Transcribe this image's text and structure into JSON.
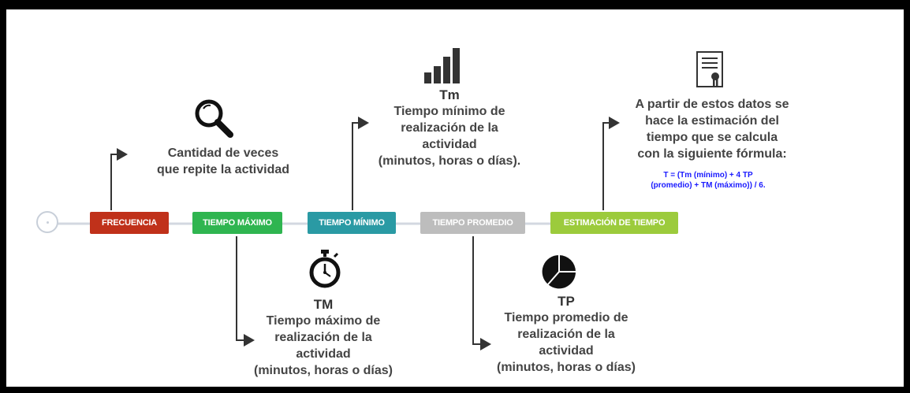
{
  "timeline": {
    "steps": [
      {
        "label": "FRECUENCIA",
        "color": "#c0311a"
      },
      {
        "label": "TIEMPO MÁXIMO",
        "color": "#2fb550"
      },
      {
        "label": "TIEMPO MÍNIMO",
        "color": "#2a9aa4"
      },
      {
        "label": "TIEMPO PROMEDIO",
        "color": "#bdbdbd"
      },
      {
        "label": "ESTIMACIÓN DE TIEMPO",
        "color": "#9ccb3c"
      }
    ],
    "line_color": "#d3d8e0"
  },
  "frecuencia": {
    "icon": "magnifier-icon",
    "text_lines": [
      "Cantidad de veces",
      "que repite la actividad"
    ]
  },
  "maximo": {
    "icon": "stopwatch-icon",
    "code": "TM",
    "text_lines": [
      "Tiempo máximo de",
      "realización de la",
      "actividad",
      "(minutos, horas o días)"
    ]
  },
  "minimo": {
    "icon": "bar-chart-icon",
    "code": "Tm",
    "text_lines": [
      "Tiempo mínimo de",
      "realización de la",
      "actividad",
      "(minutos, horas o días)."
    ]
  },
  "promedio": {
    "icon": "pie-chart-icon",
    "code": "TP",
    "text_lines": [
      "Tiempo promedio de",
      "realización de la",
      "actividad",
      "(minutos, horas o días)"
    ]
  },
  "estimacion": {
    "icon": "certificate-icon",
    "text_lines": [
      "A partir de estos datos se",
      "hace la estimación del",
      "tiempo que se calcula",
      "con la siguiente fórmula:"
    ],
    "formula_lines": [
      "T = (Tm (mínimo)  + 4 TP",
      "(promedio) + TM (máximo)) / 6."
    ]
  }
}
